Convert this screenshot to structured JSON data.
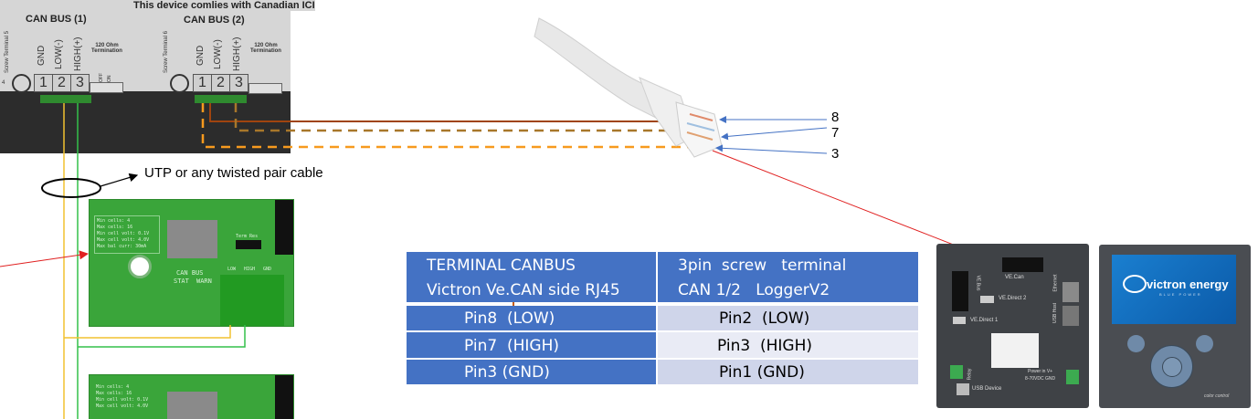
{
  "logger_panel": {
    "notice": "This device comlies with Canadian ICI",
    "can_bus_1": {
      "title": "CAN BUS (1)",
      "screw_label": "Screw Terminal 5",
      "side_number": "4"
    },
    "can_bus_2": {
      "title": "CAN BUS (2)",
      "screw_label": "Screw Terminal 6"
    },
    "pin_labels": [
      "GND",
      "LOW(-)",
      "HIGH(+)"
    ],
    "terminal_numbers": [
      "1",
      "2",
      "3"
    ],
    "termination_label": "120 Ohm Termination",
    "switch_labels": [
      "OFF",
      "ON"
    ]
  },
  "cable_note": "UTP or any twisted pair cable",
  "rj45_pins": [
    "8",
    "7",
    "3"
  ],
  "bms_board": {
    "specs": [
      "Min cells: 4",
      "Max cells: 16",
      "Min cell volt: 0.1V",
      "Max cell volt: 4.0V",
      "Max bal curr: 30mA"
    ],
    "can_bus_label": "CAN BUS",
    "status_labels": [
      "STAT",
      "WARN"
    ],
    "connector_labels": [
      "LOW",
      "HIGH",
      "GND"
    ],
    "term_res_label": "Term Res"
  },
  "table": {
    "header_left": [
      "TERMINAL  CANBUS",
      "Victron Ve.CAN side RJ45"
    ],
    "header_right": [
      "3pin  screw   terminal",
      "CAN 1/2   LoggerV2"
    ],
    "rows": [
      {
        "left": "Pin8  (LOW)",
        "right": "Pin2  (LOW)"
      },
      {
        "left": "Pin7  (HIGH)",
        "right": "Pin3  (HIGH)"
      },
      {
        "left": "Pin3 (GND)",
        "right": "Pin1 (GND)"
      }
    ]
  },
  "cerbo": {
    "ports": [
      "VE.Can",
      "VE.Bus",
      "VE.Direct 2",
      "VE.Direct 1",
      "Ethernet",
      "USB Host",
      "Relay",
      "USB Device",
      "Power in  V+",
      "8-70VDC GND"
    ]
  },
  "color_control": {
    "brand": "victron energy",
    "tagline": "BLUE POWER",
    "model": "color control"
  },
  "colors": {
    "table_blue": "#4472c4",
    "wire_low": "#a0440f",
    "wire_high": "#a8772a",
    "wire_gnd": "#f79a1e",
    "arrow_blue": "#4472c4",
    "arrow_red": "#e02020"
  }
}
